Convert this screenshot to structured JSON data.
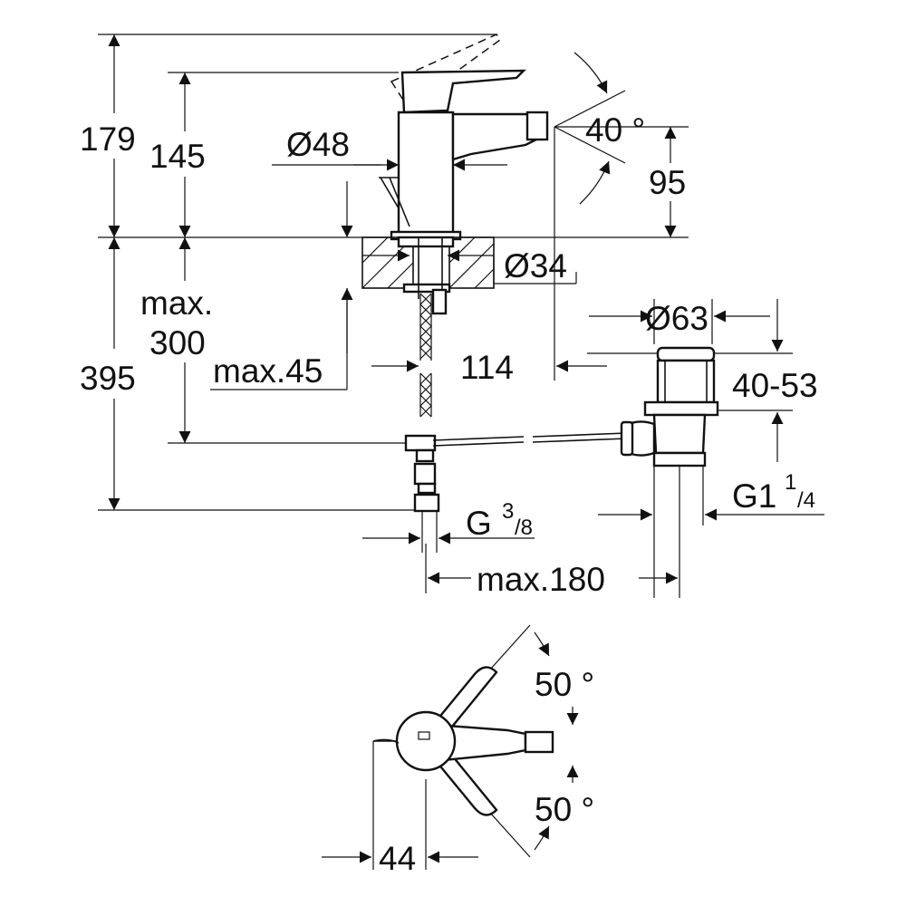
{
  "dimensions": {
    "total_height": "179",
    "spout_height": "145",
    "body_diameter": "Ø48",
    "swivel_angle": "40 °",
    "spout_outlet_height": "95",
    "hole_diameter": "Ø34",
    "max_label": "max.",
    "max_depth": "300",
    "countertop_max": "max.45",
    "reach": "114",
    "waste_diameter": "Ø63",
    "waste_range": "40-53",
    "below_height": "395",
    "connection_g": "G",
    "connection_g_sup": "3",
    "connection_g_sub": "/8",
    "waste_thread": "G1",
    "waste_thread_sup": "1",
    "waste_thread_sub": "/4",
    "max_distance": "max.180",
    "lever_angle_top": "50 °",
    "lever_angle_bottom": "50 °",
    "lever_offset": "44"
  }
}
